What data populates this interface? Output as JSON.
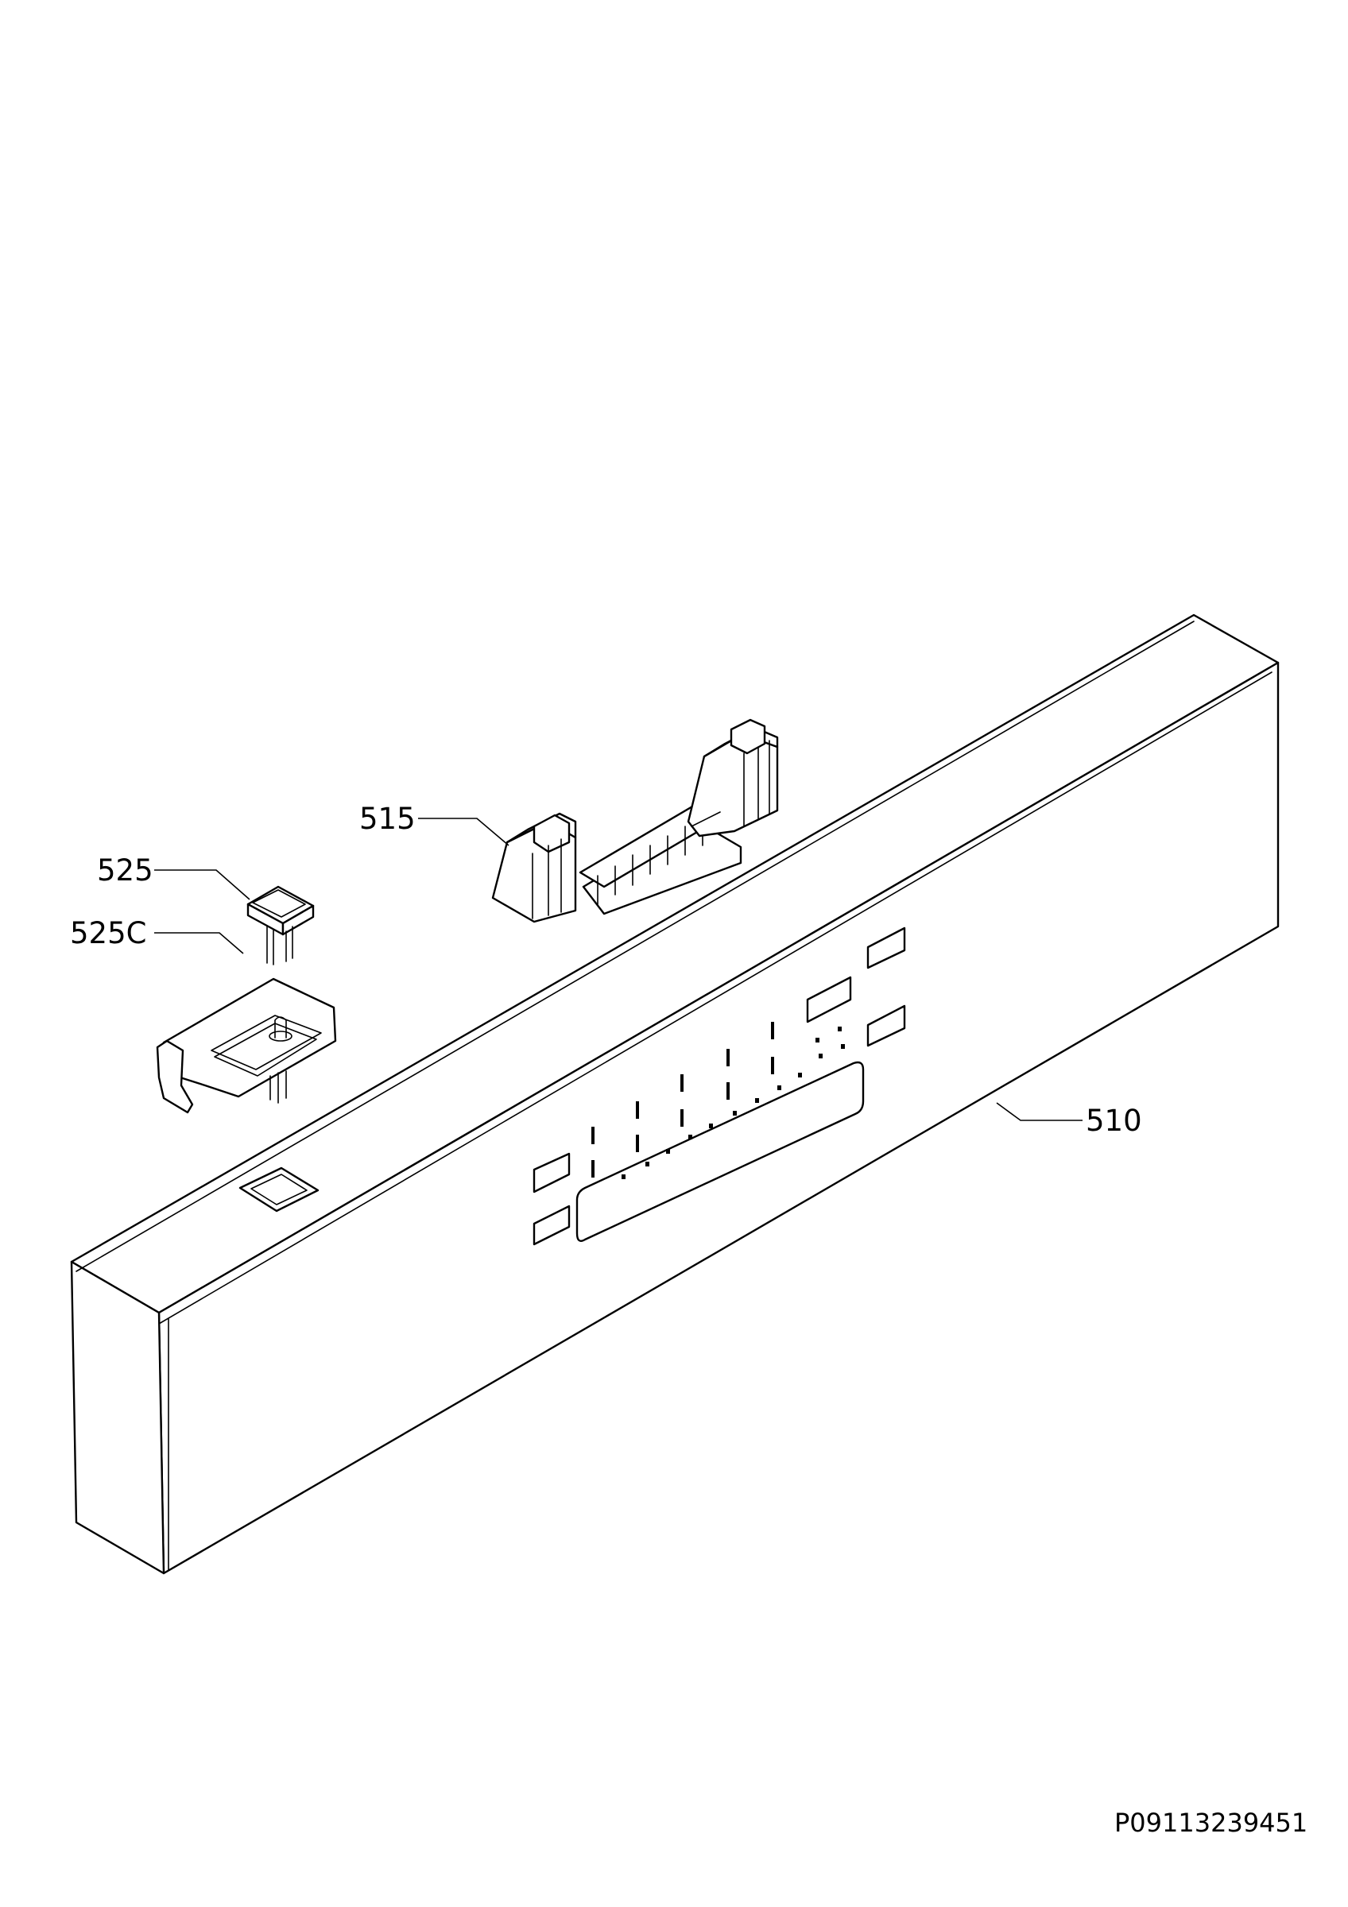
{
  "labels": {
    "p510": "510",
    "p515": "515",
    "p525": "525",
    "p525c": "525C"
  },
  "drawing_code": "P09113239451"
}
